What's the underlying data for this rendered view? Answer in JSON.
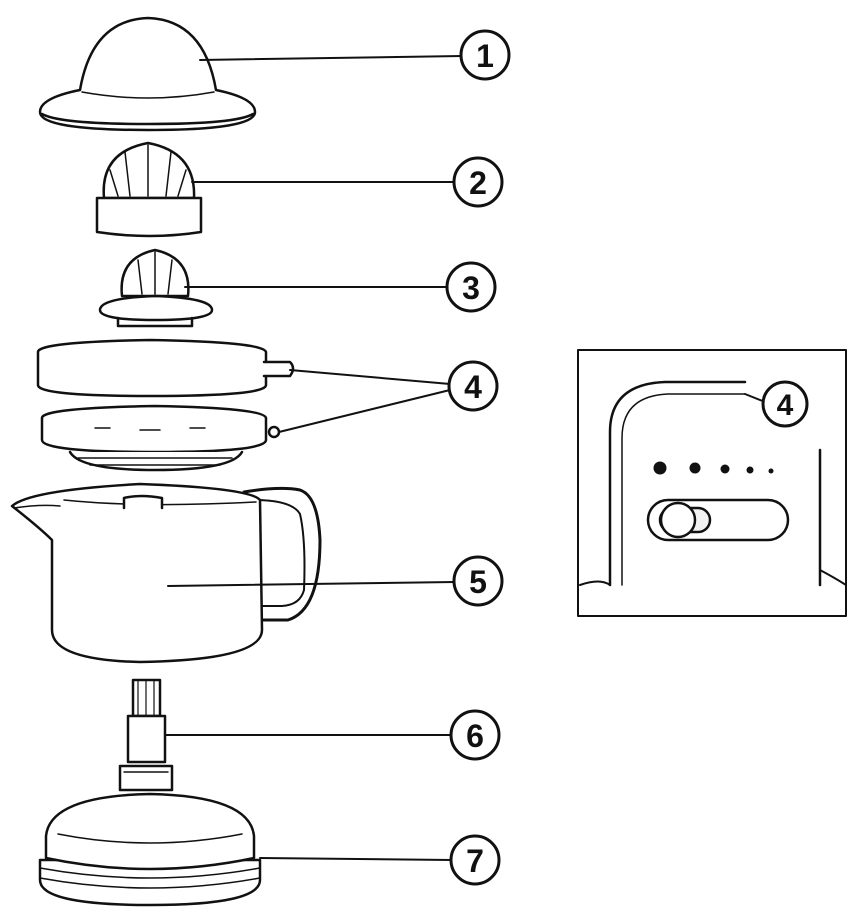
{
  "diagram": {
    "callouts": [
      {
        "id": "1",
        "label": "1"
      },
      {
        "id": "2",
        "label": "2"
      },
      {
        "id": "3",
        "label": "3"
      },
      {
        "id": "4",
        "label": "4"
      },
      {
        "id": "5",
        "label": "5"
      },
      {
        "id": "6",
        "label": "6"
      },
      {
        "id": "7",
        "label": "7"
      }
    ],
    "inset": {
      "callout_label": "4",
      "indicator_dots": 5
    }
  },
  "colors": {
    "line": "#111111",
    "fill": "#ffffff",
    "shade": "#f2f2f2"
  }
}
